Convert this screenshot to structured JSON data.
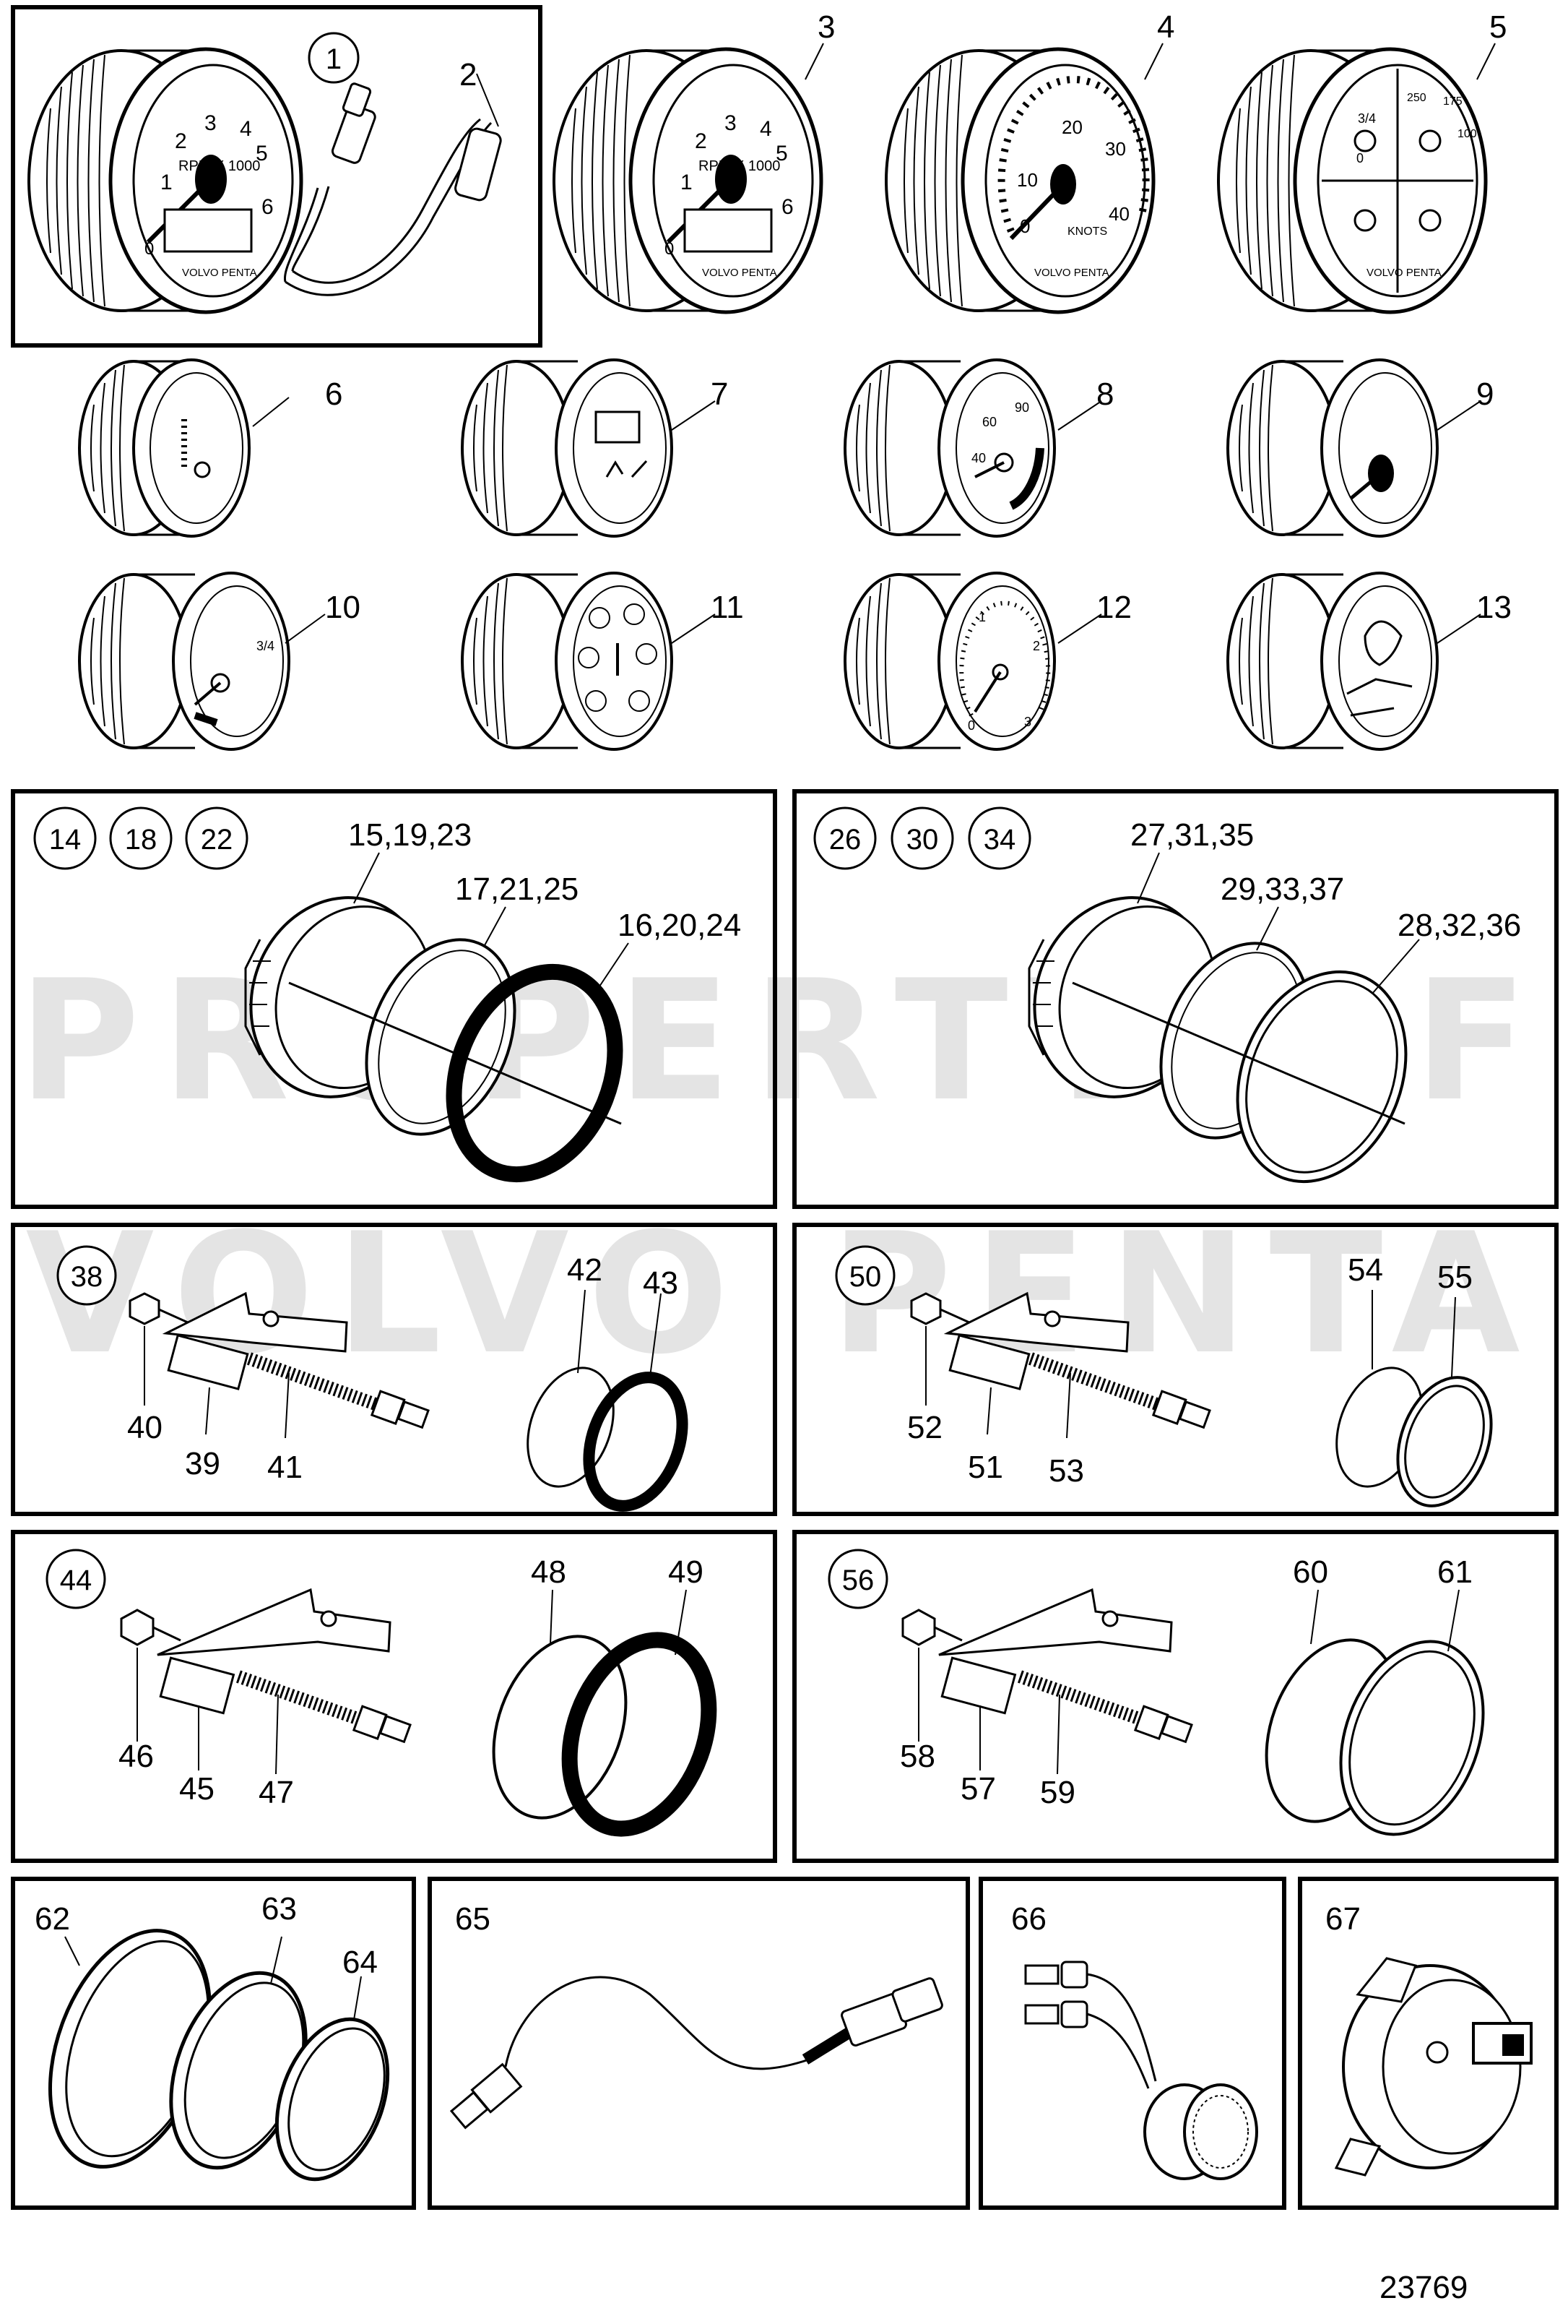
{
  "diagram": {
    "watermark": [
      "PROPERTY OF",
      "VOLVO PENTA"
    ],
    "drawing_number": "23769",
    "gauges": {
      "1": {
        "id": "1",
        "scale": [
          "1",
          "2",
          "3",
          "4",
          "5",
          "6",
          "0"
        ],
        "unit": "RPM X 1000",
        "brand": "VOLVO PENTA"
      },
      "2": {
        "id": "2"
      },
      "3": {
        "id": "3",
        "scale": [
          "1",
          "2",
          "3",
          "4",
          "5",
          "6",
          "0"
        ],
        "unit": "RPM X 1000",
        "brand": "VOLVO PENTA"
      },
      "4": {
        "id": "4",
        "scale": [
          "0",
          "10",
          "20",
          "30",
          "40"
        ],
        "unit": "KNOTS",
        "brand": "VOLVO PENTA"
      },
      "5": {
        "id": "5",
        "brand": "VOLVO PENTA",
        "scale": [
          "3/4",
          "250",
          "175",
          "100",
          "0"
        ]
      },
      "6": {
        "id": "6"
      },
      "7": {
        "id": "7"
      },
      "8": {
        "id": "8",
        "scale": [
          "40",
          "60",
          "90"
        ]
      },
      "9": {
        "id": "9"
      },
      "10": {
        "id": "10",
        "scale": [
          "3/4"
        ]
      },
      "11": {
        "id": "11"
      },
      "12": {
        "id": "12",
        "scale": [
          "0",
          "1",
          "2",
          "3"
        ]
      },
      "13": {
        "id": "13"
      }
    },
    "kits": [
      {
        "circled": [
          "14",
          "18",
          "22"
        ],
        "labels": [
          "15,19,23",
          "17,21,25",
          "16,20,24"
        ]
      },
      {
        "circled": [
          "26",
          "30",
          "34"
        ],
        "labels": [
          "27,31,35",
          "29,33,37",
          "28,32,36"
        ]
      },
      {
        "circled": [
          "38"
        ],
        "labels": [
          "40",
          "39",
          "41",
          "42",
          "43"
        ]
      },
      {
        "circled": [
          "50"
        ],
        "labels": [
          "52",
          "51",
          "53",
          "54",
          "55"
        ]
      },
      {
        "circled": [
          "44"
        ],
        "labels": [
          "46",
          "45",
          "47",
          "48",
          "49"
        ]
      },
      {
        "circled": [
          "56"
        ],
        "labels": [
          "58",
          "57",
          "59",
          "60",
          "61"
        ]
      },
      {
        "circled": [],
        "labels": [
          "62",
          "63",
          "64"
        ]
      },
      {
        "circled": [],
        "labels": [
          "65"
        ]
      },
      {
        "circled": [],
        "labels": [
          "66"
        ]
      },
      {
        "circled": [],
        "labels": [
          "67"
        ]
      }
    ]
  }
}
